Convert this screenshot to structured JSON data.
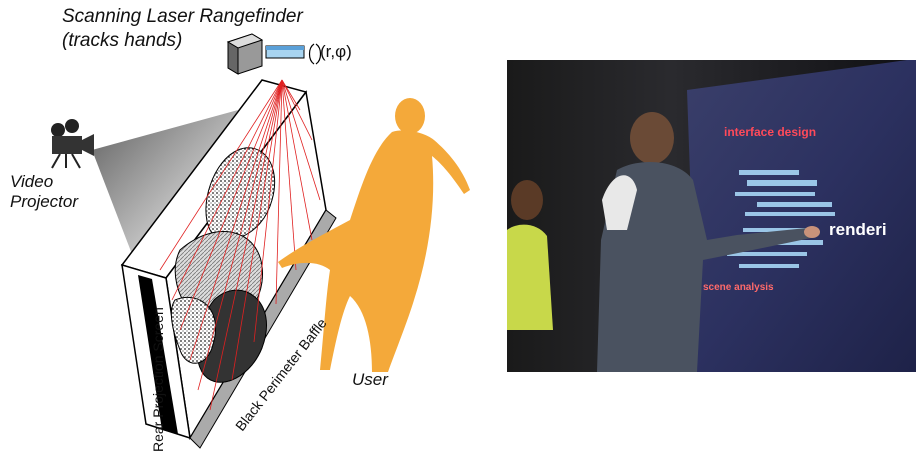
{
  "diagram": {
    "title_line1": "Scanning Laser Rangefinder",
    "title_line2": "(tracks hands)",
    "position_readout": "(r,φ)",
    "video_projector_line1": "Video",
    "video_projector_line2": "Projector",
    "rear_projection_screen": "Rear Projection Screen",
    "black_perimeter_baffle": "Black Perimeter Baffle",
    "user": "User",
    "icons": [
      "laser-rangefinder-icon",
      "video-camera-icon",
      "user-silhouette-icon"
    ],
    "colors": {
      "user": "#f4a93a",
      "laser": "#e02020",
      "baffle": "#000000"
    }
  },
  "photo": {
    "labels": {
      "interface_design": "interface design",
      "rendering": "renderi",
      "scene_analysis": "scene analysis"
    }
  }
}
